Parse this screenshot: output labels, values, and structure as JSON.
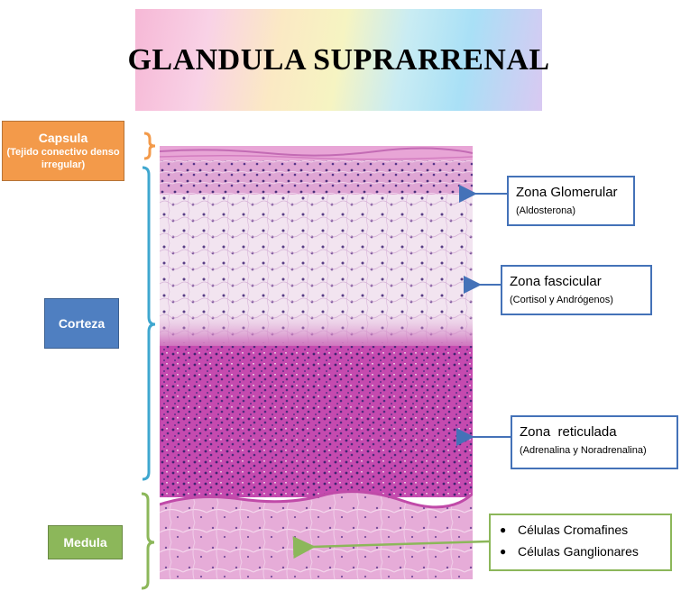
{
  "title": "GLANDULA SUPRARRENAL",
  "left_labels": {
    "capsula": {
      "title": "Capsula",
      "subtitle": "(Tejido conectivo denso irregular)"
    },
    "corteza": "Corteza",
    "medula": "Medula"
  },
  "right_labels": {
    "glomerular": {
      "title": "Zona Glomerular",
      "subtitle": "(Aldosterona)"
    },
    "fascicular": {
      "title": "Zona fascicular",
      "subtitle": "(Cortisol y Andrógenos)"
    },
    "reticulada": {
      "title": "Zona  reticulada",
      "subtitle": "(Adrenalina y Noradrenalina)"
    },
    "medula_cells": [
      "Células Cromafines",
      "Células Ganglionares"
    ]
  },
  "colors": {
    "capsula": "#f39a4a",
    "corteza": "#4f7fc1",
    "medula": "#8cb75a",
    "brace_capsula": "#f39a4a",
    "brace_corteza": "#3fa7cf",
    "brace_medula": "#8cb75a",
    "arrow_blue": "#4472b8",
    "arrow_green": "#8cb75a"
  }
}
